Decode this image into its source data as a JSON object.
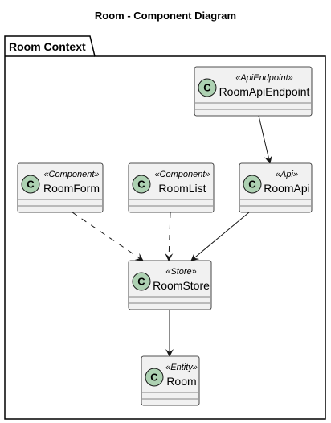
{
  "title": "Room - Component Diagram",
  "package": {
    "label": "Room Context"
  },
  "colors": {
    "box_fill": "#F1F1F1",
    "box_stroke": "#181818",
    "spot_fill": "#ADD1B2",
    "package_stroke": "#000000"
  },
  "classes": [
    {
      "id": "RoomApiEndpoint",
      "name": "RoomApiEndpoint",
      "stereotype": "«ApiEndpoint»",
      "spot": "C"
    },
    {
      "id": "RoomForm",
      "name": "RoomForm",
      "stereotype": "«Component»",
      "spot": "C"
    },
    {
      "id": "RoomList",
      "name": "RoomList",
      "stereotype": "«Component»",
      "spot": "C"
    },
    {
      "id": "RoomApi",
      "name": "RoomApi",
      "stereotype": "«Api»",
      "spot": "C"
    },
    {
      "id": "RoomStore",
      "name": "RoomStore",
      "stereotype": "«Store»",
      "spot": "C"
    },
    {
      "id": "Room",
      "name": "Room",
      "stereotype": "«Entity»",
      "spot": "C"
    }
  ],
  "relations": [
    {
      "from": "RoomApiEndpoint",
      "to": "RoomApi",
      "style": "solid"
    },
    {
      "from": "RoomForm",
      "to": "RoomStore",
      "style": "dashed"
    },
    {
      "from": "RoomList",
      "to": "RoomStore",
      "style": "dashed"
    },
    {
      "from": "RoomApi",
      "to": "RoomStore",
      "style": "solid"
    },
    {
      "from": "RoomStore",
      "to": "Room",
      "style": "solid"
    }
  ]
}
